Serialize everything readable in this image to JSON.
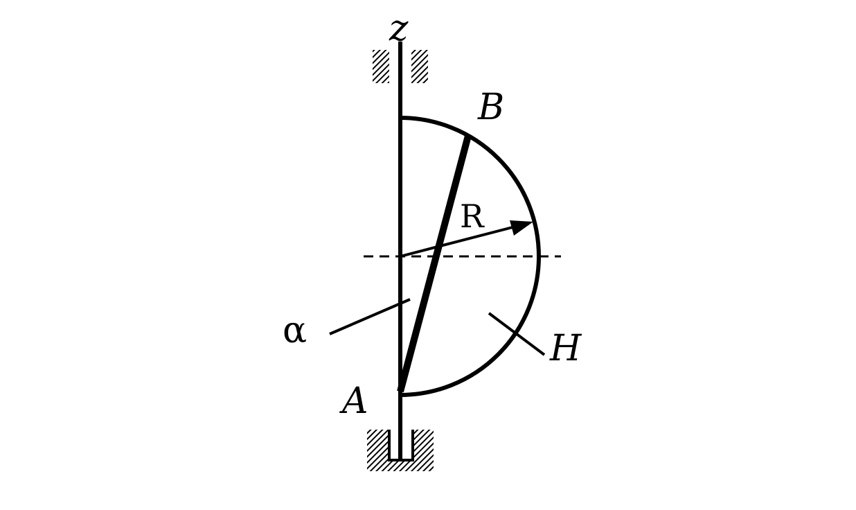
{
  "labels": {
    "axis": "z",
    "top_point": "B",
    "bottom_point": "A",
    "radius": "R",
    "angle": "α",
    "curve": "H"
  },
  "colors": {
    "ink": "#000000",
    "background": "#ffffff"
  }
}
